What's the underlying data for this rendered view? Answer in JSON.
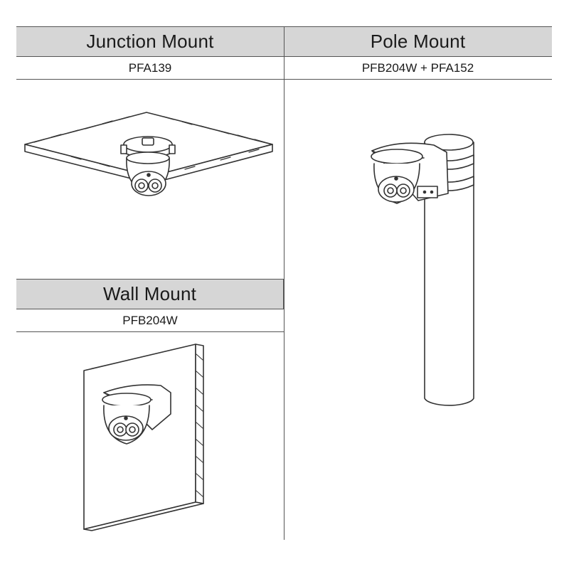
{
  "panels": {
    "junction": {
      "title": "Junction Mount",
      "model": "PFA139"
    },
    "pole": {
      "title": "Pole Mount",
      "model": "PFB204W + PFA152"
    },
    "wall": {
      "title": "Wall Mount",
      "model": "PFB204W"
    }
  },
  "colors": {
    "header_fill": "#d6d6d6",
    "line": "#333333"
  }
}
